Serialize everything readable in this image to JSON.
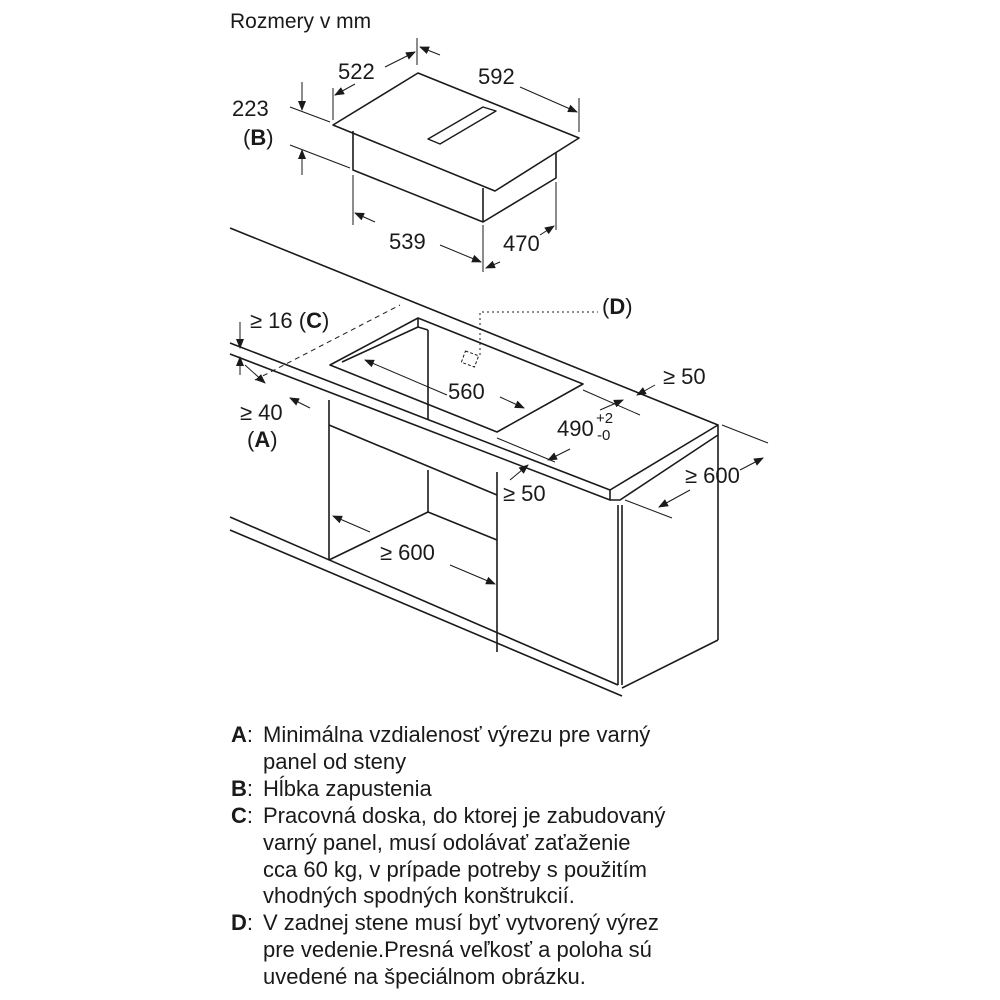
{
  "title": "Rozmery v mm",
  "hob_dimensions": {
    "depth": "522",
    "width": "592",
    "height": "223",
    "height_ref": "B",
    "body_width": "539",
    "body_depth": "470"
  },
  "cutout_dimensions": {
    "back_opening_ref": "D",
    "worktop_thickness": "≥ 16",
    "worktop_ref": "C",
    "cutout_width": "560",
    "back_distance": "≥ 50",
    "cutout_depth": "490",
    "cutout_tolerance_plus": "+2",
    "cutout_tolerance_minus": "-0",
    "wall_distance": "≥ 40",
    "wall_distance_ref": "A",
    "front_distance": "≥ 50",
    "worktop_depth": "≥ 600",
    "cabinet_width": "≥ 600"
  },
  "legend": [
    {
      "key": "A",
      "lines": [
        "Minimálna vzdialenosť výrezu pre varný",
        "panel od steny"
      ]
    },
    {
      "key": "B",
      "lines": [
        "Hĺbka zapustenia"
      ]
    },
    {
      "key": "C",
      "lines": [
        "Pracovná doska, do ktorej je zabudovaný",
        "varný panel, musí odolávať zaťaženie",
        "cca 60 kg, v prípade potreby s použitím",
        "vhodných spodných konštrukcií."
      ]
    },
    {
      "key": "D",
      "lines": [
        "V zadnej stene musí byť vytvorený výrez",
        "pre vedenie.Presná veľkosť a poloha sú",
        "uvedené na špeciálnom obrázku."
      ]
    }
  ]
}
